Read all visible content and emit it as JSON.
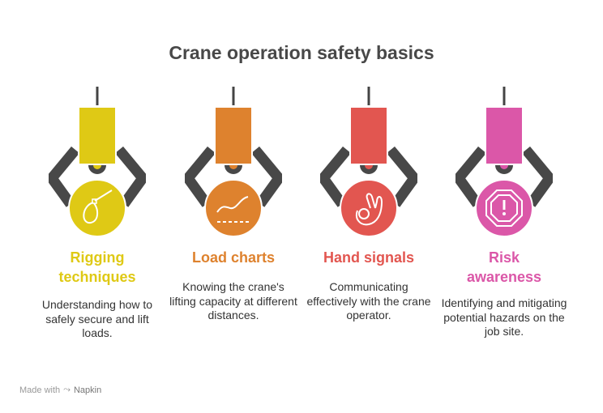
{
  "title": "Crane operation safety basics",
  "items": [
    {
      "title_lines": [
        "Rigging",
        "techniques"
      ],
      "desc": "Understanding how to safely secure and lift loads.",
      "color": "#DFC915",
      "icon": "rope-loop-icon"
    },
    {
      "title_lines": [
        "Load charts"
      ],
      "desc": "Knowing the crane's lifting capacity at different distances.",
      "color": "#DE822E",
      "icon": "line-chart-icon"
    },
    {
      "title_lines": [
        "Hand signals"
      ],
      "desc": "Communicating effectively with the crane operator.",
      "color": "#E25650",
      "icon": "ok-hand-icon"
    },
    {
      "title_lines": [
        "Risk",
        "awareness"
      ],
      "desc": "Identifying and mitigating potential hazards on the job site.",
      "color": "#DB57A8",
      "icon": "stop-warning-icon"
    }
  ],
  "footer": {
    "made_with": "Made with",
    "brand": "Napkin"
  }
}
